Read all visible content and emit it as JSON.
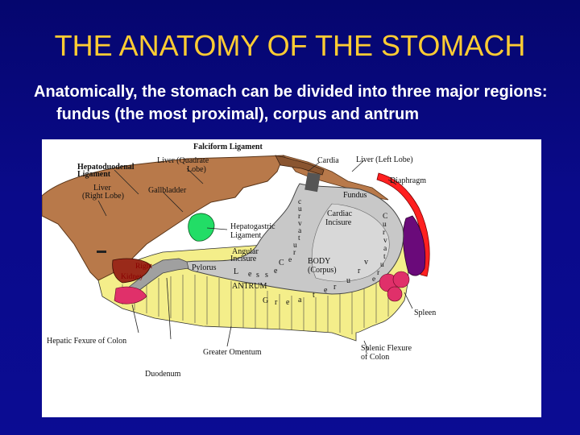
{
  "slide": {
    "title": "THE ANATOMY OF THE STOMACH",
    "body": "Anatomically, the stomach can be divided into three major regions: fundus (the most proximal), corpus and antrum"
  },
  "diagram": {
    "labels": {
      "falciform": "Falciform Ligament",
      "hepatoduodenal_1": "Hepatoduodenal",
      "hepatoduodenal_2": "Ligament",
      "liver_quadrate_1": "Liver (Quadrate",
      "liver_quadrate_2": "Lobe)",
      "cardia": "Cardia",
      "liver_left": "Liver (Left Lobe)",
      "diaphragm": "Diaphragm",
      "liver_right_1": "Liver",
      "liver_right_2": "(Right Lobe)",
      "gallbladder": "Gallbladder",
      "fundus": "Fundus",
      "cardiac_incisure_1": "Cardiac",
      "cardiac_incisure_2": "Incisure",
      "hepatogastric_1": "Hepatogastric",
      "hepatogastric_2": "Ligament",
      "lesser_curvature_letters": [
        "c",
        "u",
        "r",
        "v",
        "a",
        "t",
        "u",
        "r",
        "e"
      ],
      "lesser_letters": [
        "L",
        "e",
        "s",
        "s",
        "e"
      ],
      "angular_incisure_1": "Angular",
      "angular_incisure_2": "Incisure",
      "right_kidney_1": "Right",
      "right_kidney_2": "Kidney",
      "pylorus": "Pylorus",
      "body_1": "BODY",
      "body_2": "(Corpus)",
      "antrum": "ANTRUM",
      "greater_curvature_letters": [
        "G",
        "r",
        "e",
        "a",
        "t",
        "e",
        "r"
      ],
      "right_curvature_letters": [
        "C",
        "u",
        "r",
        "v",
        "a",
        "t",
        "u",
        "r",
        "e"
      ],
      "left_curvature_letters": [
        "C",
        "u",
        "r",
        "v",
        "a",
        "t",
        "u",
        "r",
        "e"
      ],
      "spleen": "Spleen",
      "hepatic_flexure": "Hepatic Fexure of Colon",
      "greater_omentum": "Greater Omentum",
      "splenic_flexure_1": "Splenic Flexure",
      "splenic_flexure_2": "of Colon",
      "duodenum": "Duodenum"
    },
    "colors": {
      "liver": "#b8794a",
      "liver_dark": "#8a5530",
      "stomach": "#c8c8c8",
      "omentum": "#f4ee8a",
      "gallbladder": "#22dd66",
      "diaphragm": "#ff2020",
      "spleen": "#6a0a7a",
      "splenic_flexure": "#e0306a",
      "kidney": "#9a2a1a"
    }
  }
}
